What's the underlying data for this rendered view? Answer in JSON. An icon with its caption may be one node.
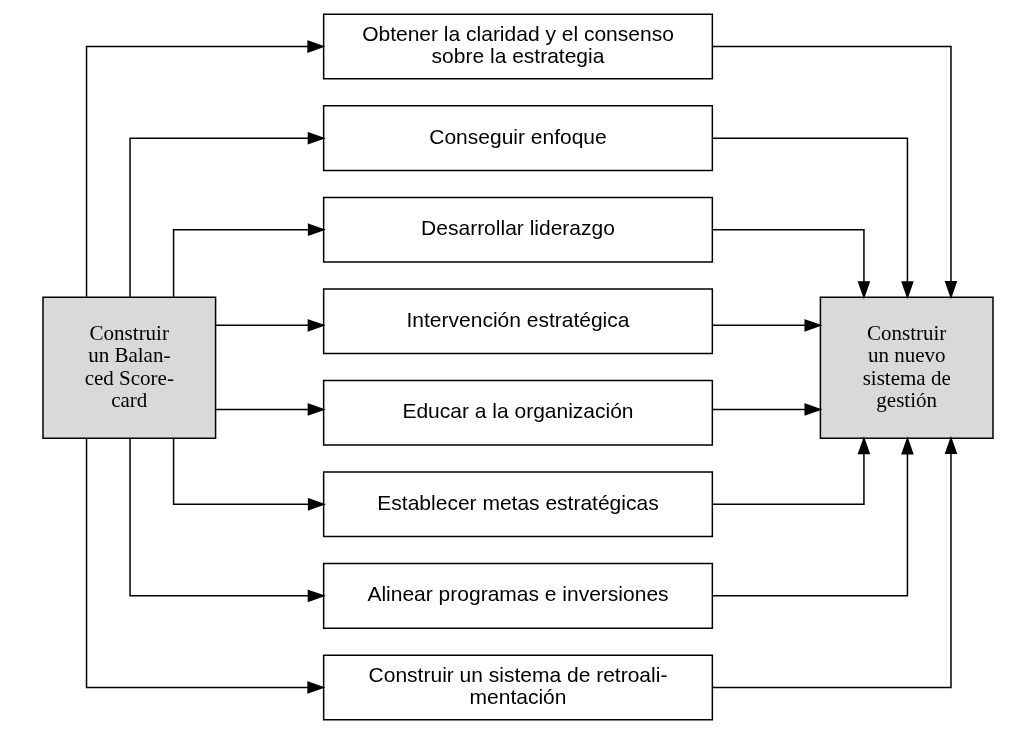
{
  "diagram": {
    "nodes": [
      {
        "text": [
          "Construir un Balan- ced Score- card"
        ]
      },
      {
        "text": [
          "Obtener la claridad y el consenso sobre la estrategia"
        ]
      },
      {
        "text": [
          "Conseguir enfoque"
        ]
      },
      {
        "text": [
          "Desarrollar liderazgo"
        ]
      },
      {
        "text": [
          "Intervención estratégica"
        ]
      },
      {
        "text": [
          "Educar a la organización"
        ]
      },
      {
        "text": [
          "Establecer metas estratégicas"
        ]
      },
      {
        "text": [
          "Alinear programas e inversiones"
        ]
      },
      {
        "text": [
          "Construir un sistema de retroali- mentación"
        ]
      },
      {
        "text": [
          "Construir un nuevo sistema de gestión"
        ]
      }
    ],
    "edges": [
      {
        "from": 0,
        "to": 1,
        "arrow": "to"
      },
      {
        "from": 0,
        "to": 2,
        "arrow": "to"
      },
      {
        "from": 0,
        "to": 3,
        "arrow": "to"
      },
      {
        "from": 0,
        "to": 4,
        "arrow": "to"
      },
      {
        "from": 0,
        "to": 5,
        "arrow": "to"
      },
      {
        "from": 0,
        "to": 6,
        "arrow": "to"
      },
      {
        "from": 0,
        "to": 7,
        "arrow": "to"
      },
      {
        "from": 0,
        "to": 8,
        "arrow": "to"
      },
      {
        "from": 1,
        "to": 9,
        "arrow": "to"
      },
      {
        "from": 2,
        "to": 9,
        "arrow": "to"
      },
      {
        "from": 3,
        "to": 9,
        "arrow": "to"
      },
      {
        "from": 4,
        "to": 9,
        "arrow": "to"
      },
      {
        "from": 5,
        "to": 9,
        "arrow": "to"
      },
      {
        "from": 6,
        "to": 9,
        "arrow": "to"
      },
      {
        "from": 7,
        "to": 9,
        "arrow": "to"
      },
      {
        "from": 8,
        "to": 9,
        "arrow": "to"
      }
    ]
  }
}
